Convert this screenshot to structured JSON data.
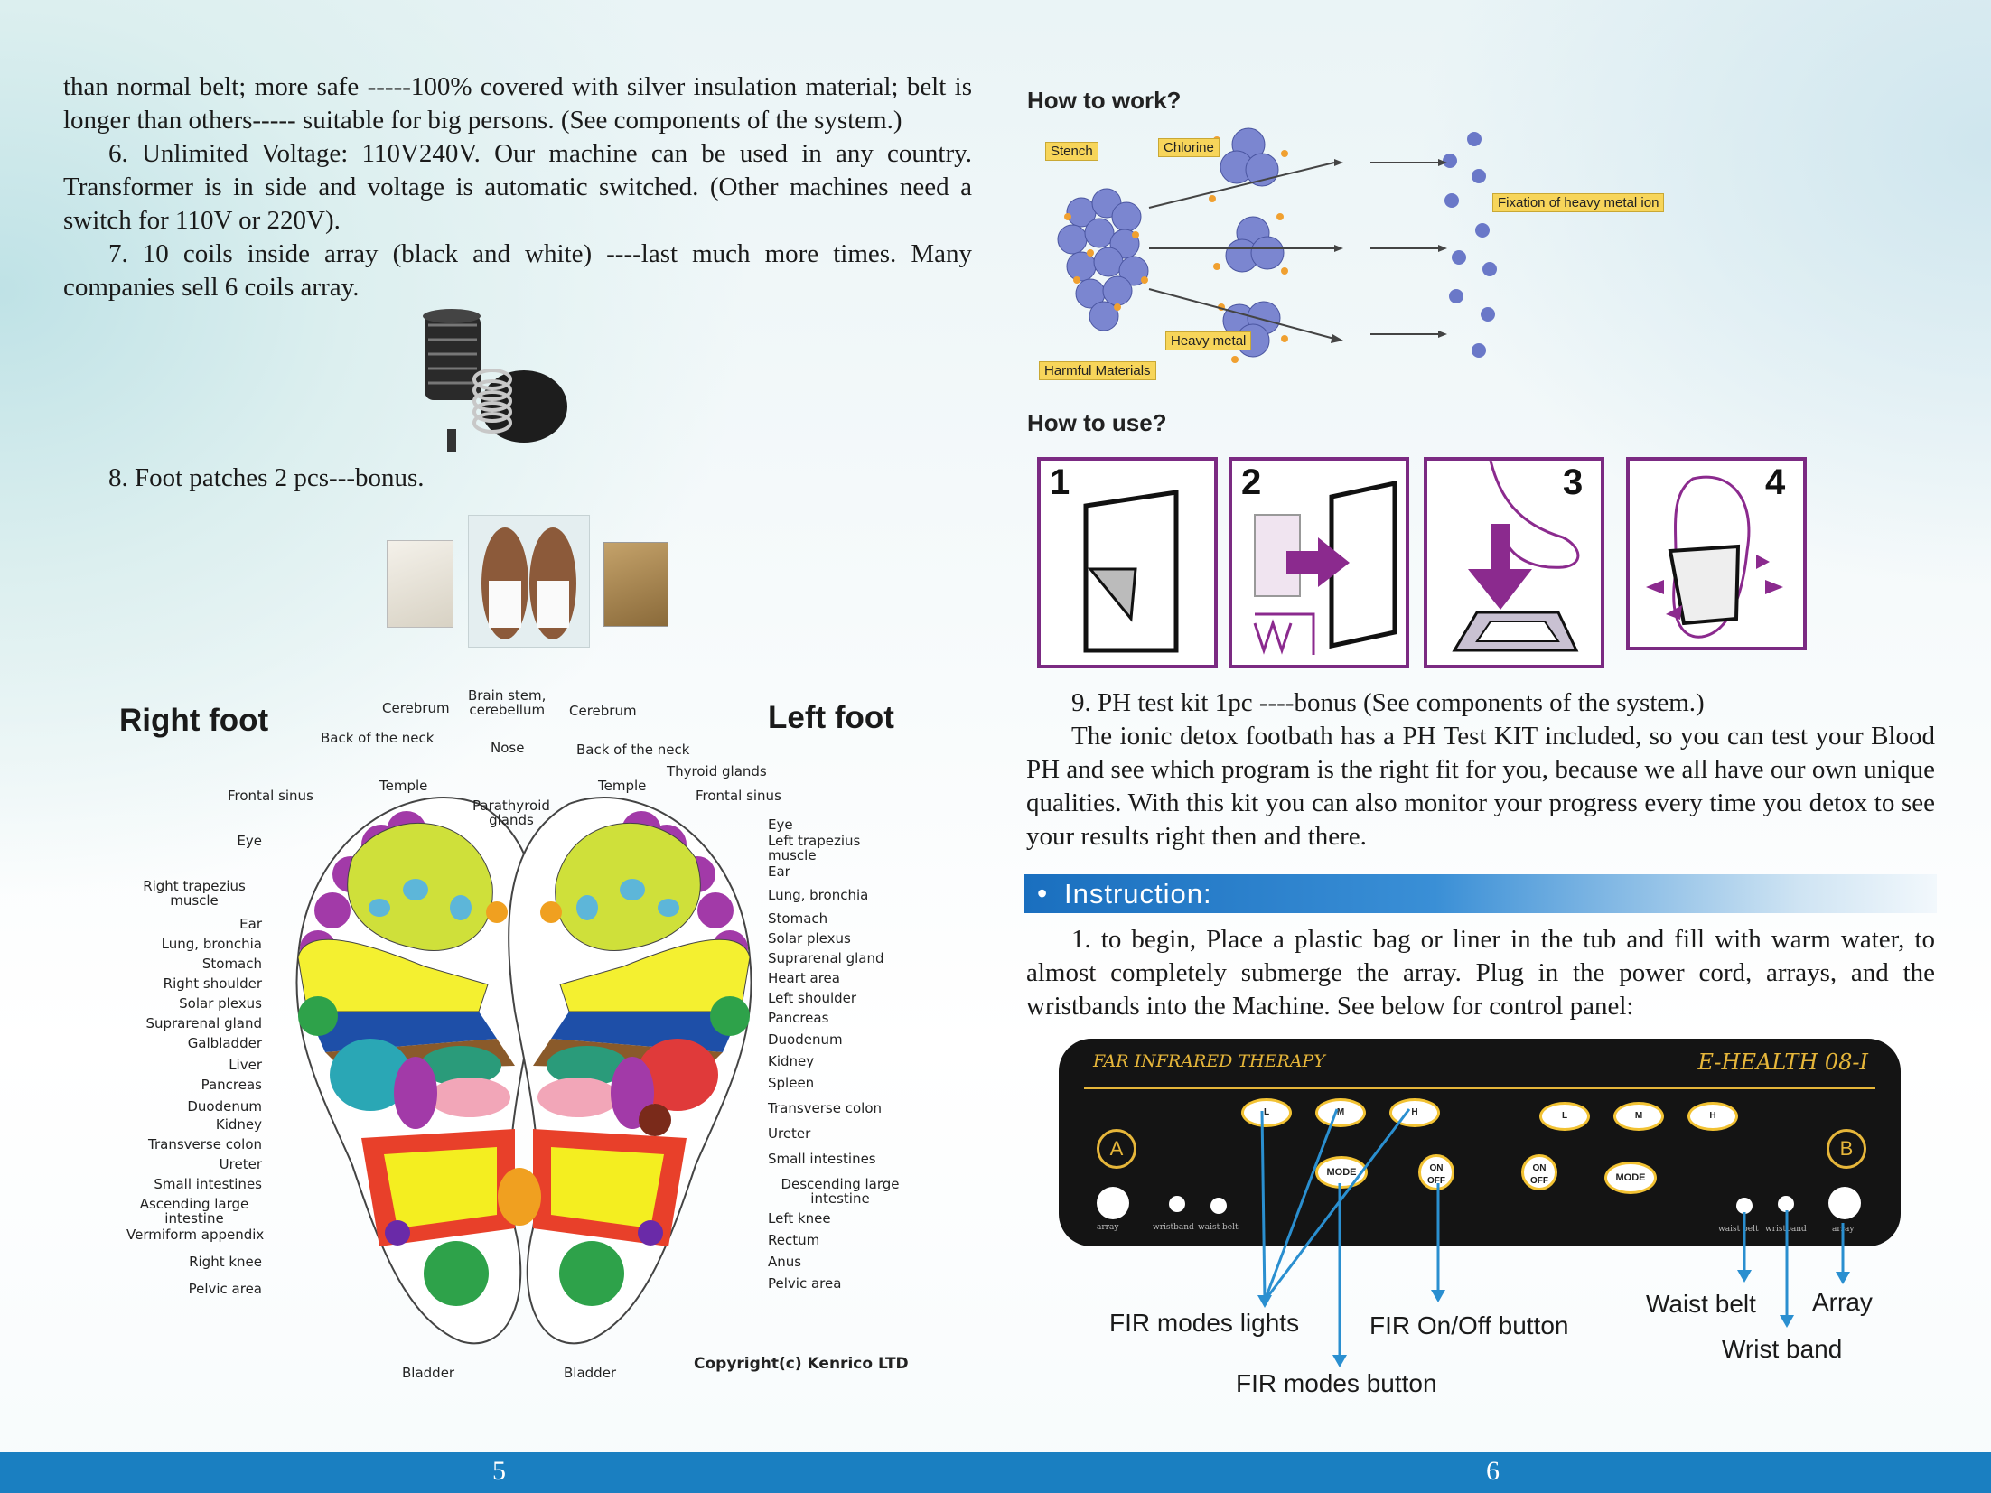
{
  "left": {
    "paragraphs": {
      "p1": "than normal belt; more safe -----100% covered with silver insulation material; belt is longer than others----- suitable for big persons. (See components of the system.)",
      "p6": "6. Unlimited Voltage: 110V240V. Our machine can be used in any country. Transformer is in side and voltage is automatic switched. (Other machines need a switch for 110V or 220V).",
      "p7": "7.  10 coils inside array (black and white) ----last much more times. Many companies sell 6 coils array.",
      "p8": "8. Foot patches 2 pcs---bonus."
    },
    "foot_chart": {
      "right_title": "Right foot",
      "left_title": "Left foot",
      "top_labels": {
        "cerebrum_r": "Cerebrum",
        "brain_stem": "Brain stem,\ncerebellum",
        "cerebrum_l": "Cerebrum",
        "back_neck_r": "Back of the neck",
        "nose": "Nose",
        "back_neck_l": "Back of the neck",
        "thyroid": "Thyroid glands",
        "temple_r": "Temple",
        "temple_l": "Temple",
        "frontal_l": "Frontal sinus",
        "frontal_r": "Frontal sinus",
        "parathyroid": "Parathyroid\nglands"
      },
      "left_side_labels": [
        "Eye",
        "Right trapezius\nmuscle",
        "Ear",
        "Lung, bronchia",
        "Stomach",
        "Right shoulder",
        "Solar plexus",
        "Suprarenal gland",
        "Galbladder",
        "Liver",
        "Pancreas",
        "Duodenum",
        "Kidney",
        "Transverse colon",
        "Ureter",
        "Small intestines",
        "Ascending large\nintestine",
        "Vermiform appendix",
        "Right knee",
        "Pelvic area"
      ],
      "right_side_labels": [
        "Eye",
        "Left trapezius\nmuscle",
        "Ear",
        "Lung, bronchia",
        "Stomach",
        "Solar plexus",
        "Suprarenal gland",
        "Heart area",
        "Left shoulder",
        "Pancreas",
        "Duodenum",
        "Kidney",
        "Spleen",
        "Transverse colon",
        "Ureter",
        "Small intestines",
        "Descending large\nintestine",
        "Left knee",
        "Rectum",
        "Anus",
        "Pelvic area"
      ],
      "bottom_labels": {
        "bladder_r": "Bladder",
        "bladder_l": "Bladder"
      },
      "copyright": "Copyright(c) Kenrico LTD"
    },
    "page_number": "5"
  },
  "right": {
    "how_to_work": "How to work?",
    "work_labels": {
      "stench": "Stench",
      "chlorine": "Chlorine",
      "fixation": "Fixation of heavy metal ion",
      "heavy_metal": "Heavy metal",
      "harmful": "Harmful Materials"
    },
    "how_to_use": "How to use?",
    "steps": [
      "1",
      "2",
      "3",
      "4"
    ],
    "p9": "9. PH test kit 1pc ----bonus (See components of the system.)",
    "p_ionic": "The ionic detox footbath has a PH Test KIT included, so you can test your Blood PH and see which program is the right fit for you, because we all have our own unique qualities. With this kit you can also monitor your progress every time you detox to see your results right then and there.",
    "instruction_heading": "Instruction:",
    "p_instr1": "1. to begin, Place a plastic bag or liner in the tub and fill with warm water, to almost completely submerge the array. Plug in the power cord, arrays, and the wristbands into the Machine. See below for control panel:",
    "panel": {
      "brand_left": "FAR INFRARED THERAPY",
      "brand_right": "E-HEALTH 08-I",
      "side_a": "A",
      "side_b": "B",
      "mode": "MODE",
      "onoff_top": "ON",
      "onoff_bottom": "OFF",
      "light_l": "L",
      "light_m": "M",
      "light_h": "H",
      "port_array": "array",
      "port_wristband": "wristband",
      "port_waistbelt": "waist belt"
    },
    "annotations": {
      "fir_lights": "FIR modes lights",
      "fir_onoff": "FIR On/Off button",
      "fir_modes": "FIR modes button",
      "waist_belt": "Waist belt",
      "array": "Array",
      "wrist_band": "Wrist band"
    },
    "page_number": "6"
  },
  "colors": {
    "footer_blue": "#1a7fc1",
    "instruction_bar": "#1a6fbf",
    "step_border": "#7b2a82",
    "panel_bg": "#141414",
    "panel_gold": "#e6b63a",
    "annotation_line": "#2a8fd0"
  }
}
